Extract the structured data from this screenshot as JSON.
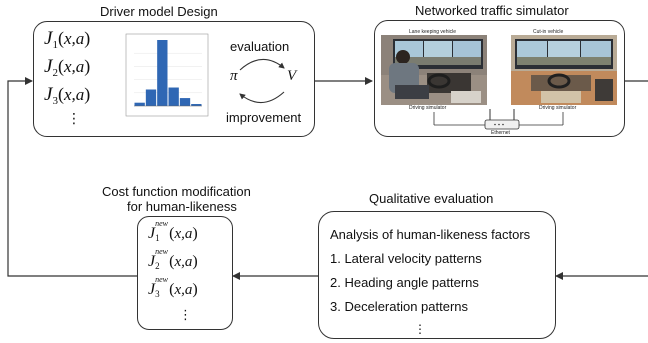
{
  "driver_model": {
    "title": "Driver model Design",
    "functions": [
      {
        "name": "J",
        "index": "1",
        "args": "x,a"
      },
      {
        "name": "J",
        "index": "2",
        "args": "x,a"
      },
      {
        "name": "J",
        "index": "3",
        "args": "x,a"
      }
    ],
    "ellipsis": "⋮",
    "policy_symbol": "π",
    "value_symbol": "V",
    "evaluation_label": "evaluation",
    "improvement_label": "improvement",
    "histogram": {
      "bars": [
        0.05,
        0.25,
        1.0,
        0.28,
        0.12,
        0.03
      ],
      "colors": {
        "bar": "#2f67b4"
      }
    }
  },
  "simulator": {
    "title": "Networked traffic simulator",
    "left_vehicle_label": "Lane keeping vehicle",
    "right_vehicle_label": "Cut-in vehicle",
    "left_sim_label": "Driving simulator",
    "right_sim_label": "Driving simulator",
    "network_label": "Ethernet"
  },
  "modification": {
    "title_line1": "Cost function modification",
    "title_line2": "for human-likeness",
    "functions": [
      {
        "name": "J",
        "index": "1",
        "superscript": "new",
        "args": "x,a"
      },
      {
        "name": "J",
        "index": "2",
        "superscript": "new",
        "args": "x,a"
      },
      {
        "name": "J",
        "index": "3",
        "superscript": "new",
        "args": "x,a"
      }
    ],
    "ellipsis": "⋮"
  },
  "qualitative": {
    "title": "Qualitative evaluation",
    "heading": "Analysis of human-likeness factors",
    "factors": [
      "1.  Lateral velocity patterns",
      "2.  Heading angle patterns",
      "3.  Deceleration patterns"
    ],
    "ellipsis": "⋮"
  }
}
